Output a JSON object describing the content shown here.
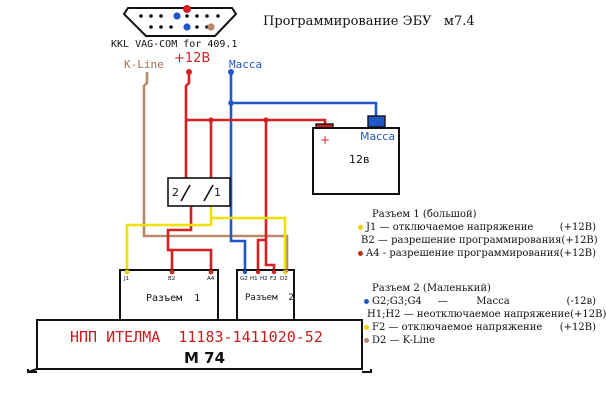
{
  "title": "Программирование ЭБУ   м7.4",
  "obd": {
    "label": "KKL VAG-COM for 409.1"
  },
  "wires": {
    "kline_label": "K-Line",
    "plus_label": "+12В",
    "mass_label": "Масса"
  },
  "battery": {
    "plus": "+",
    "mass": "Масса",
    "voltage": "12в"
  },
  "switch": {
    "left": "2",
    "right": "1"
  },
  "connector1": {
    "label": "Разъем  1",
    "pins": [
      "J1",
      "B2",
      "A4"
    ]
  },
  "connector2": {
    "label": "Разъем  2",
    "pins": [
      "G2",
      "H1",
      "H2",
      "F2",
      "D2"
    ]
  },
  "ecu": {
    "maker": "НПП ИТЕЛМА  11183-1411020-52",
    "model": "М 74"
  },
  "colors": {
    "red": "#d42020",
    "blue": "#2057c8",
    "yellow": "#f0e000",
    "brown": "#b98a6a",
    "black": "#111111"
  },
  "legend1": {
    "title": "Разъем 1 (большой)",
    "items": [
      {
        "color": "#f0d000",
        "text": "J1 — отключаемое напряжение",
        "value": "(+12В)"
      },
      {
        "color": "#c0301e",
        "text": "B2 — разрешение программирования",
        "value": "(+12В)"
      },
      {
        "color": "#c0301e",
        "text": "A4 - разрешение программирования",
        "value": "(+12В)"
      }
    ]
  },
  "legend2": {
    "title": "Разъем 2 (Маленький)",
    "items": [
      {
        "color": "#2057c8",
        "text": "G2;G3;G4     —         Масса",
        "value": "(-12в)"
      },
      {
        "color": "#c0301e",
        "text": "H1;H2 — неотключаемое напряжение",
        "value": "(+12В)"
      },
      {
        "color": "#f0d000",
        "text": "F2 — отключаемое напряжение",
        "value": "(+12В)"
      },
      {
        "color": "#b98a6a",
        "text": "D2 — K-Line",
        "value": ""
      }
    ]
  }
}
